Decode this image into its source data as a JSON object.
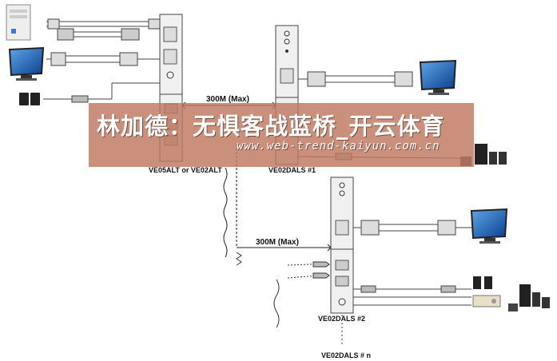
{
  "labels": {
    "transmitter": "VE05ALT or VE02ALT",
    "receiver1": "VE02DALS #1",
    "receiver2": "VE02DALS #2",
    "receiverN": "VE02DALS # n",
    "distance_top": "300M (Max)",
    "distance_mid": "300M (Max)"
  },
  "watermark": {
    "title": "林加德：无惧客战蓝桥_开云体育",
    "url": "www.web-trend-kaiyun.com.cn"
  },
  "colors": {
    "banner": "#be785f",
    "line": "#333333",
    "device": "#f0f0f0"
  }
}
